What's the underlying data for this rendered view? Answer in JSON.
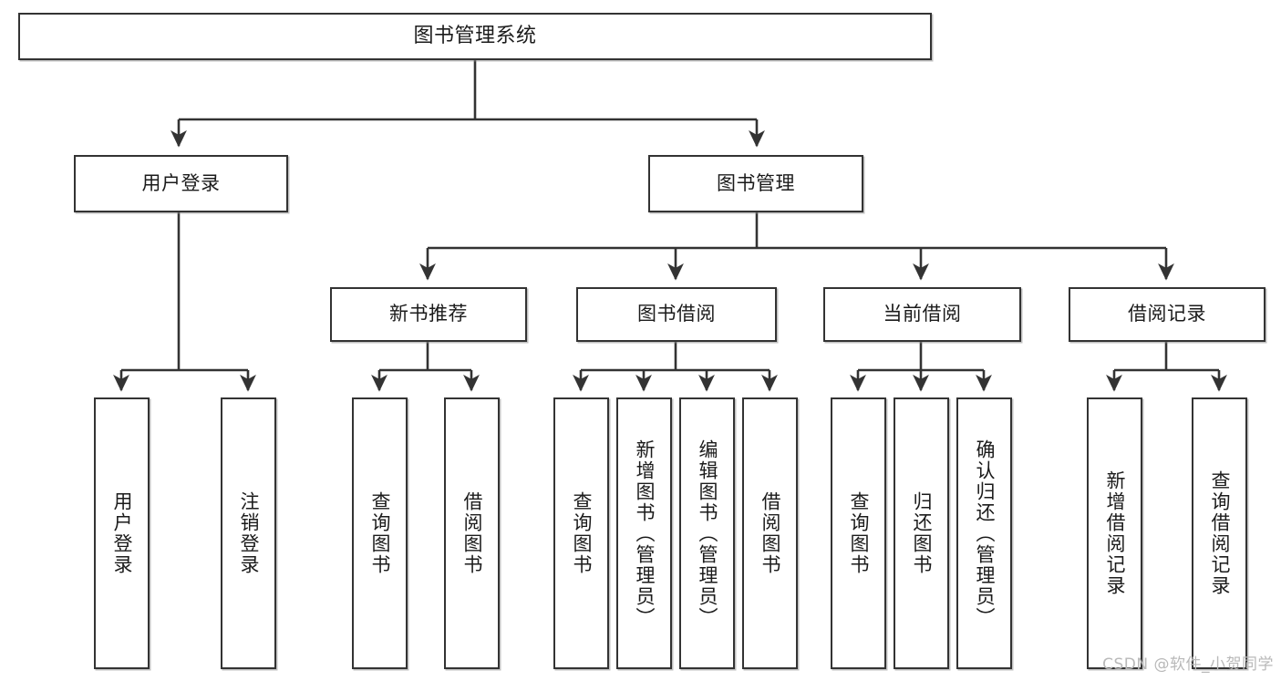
{
  "diagram": {
    "title": "图书管理系统",
    "type": "tree-hierarchy-functional-decomposition",
    "watermark": "CSDN @软件_小贺同学",
    "colors": {
      "background": "#ffffff",
      "node_border": "#333333",
      "node_fill": "#ffffff",
      "edge": "#333333",
      "text": "#1b1b1b",
      "watermark": "#b9b9b9"
    },
    "nodes": {
      "root": {
        "label": "图书管理系统",
        "orientation": "horizontal"
      },
      "level2": [
        {
          "id": "user-login",
          "label": "用户登录",
          "orientation": "horizontal"
        },
        {
          "id": "book-manage",
          "label": "图书管理",
          "orientation": "horizontal"
        }
      ],
      "level3": [
        {
          "id": "new-book-recommend",
          "label": "新书推荐",
          "orientation": "horizontal"
        },
        {
          "id": "book-borrow",
          "label": "图书借阅",
          "orientation": "horizontal"
        },
        {
          "id": "current-borrow",
          "label": "当前借阅",
          "orientation": "horizontal"
        },
        {
          "id": "borrow-record",
          "label": "借阅记录",
          "orientation": "horizontal"
        }
      ],
      "leaves": [
        {
          "id": "leaf-user-login",
          "label": "用户登录",
          "parent": "user-login",
          "orientation": "vertical"
        },
        {
          "id": "leaf-logout-login",
          "label": "注销登录",
          "parent": "user-login",
          "orientation": "vertical"
        },
        {
          "id": "leaf-query-book-1",
          "label": "查询图书",
          "parent": "new-book-recommend",
          "orientation": "vertical"
        },
        {
          "id": "leaf-borrow-book-1",
          "label": "借阅图书",
          "parent": "new-book-recommend",
          "orientation": "vertical"
        },
        {
          "id": "leaf-query-book-2",
          "label": "查询图书",
          "parent": "book-borrow",
          "orientation": "vertical"
        },
        {
          "id": "leaf-add-book",
          "label": "新增图书（管理员）",
          "parent": "book-borrow",
          "orientation": "vertical"
        },
        {
          "id": "leaf-edit-book",
          "label": "编辑图书（管理员）",
          "parent": "book-borrow",
          "orientation": "vertical"
        },
        {
          "id": "leaf-borrow-book-2",
          "label": "借阅图书",
          "parent": "book-borrow",
          "orientation": "vertical"
        },
        {
          "id": "leaf-query-book-3",
          "label": "查询图书",
          "parent": "current-borrow",
          "orientation": "vertical"
        },
        {
          "id": "leaf-return-book",
          "label": "归还图书",
          "parent": "current-borrow",
          "orientation": "vertical"
        },
        {
          "id": "leaf-confirm-return",
          "label": "确认归还（管理员）",
          "parent": "current-borrow",
          "orientation": "vertical"
        },
        {
          "id": "leaf-add-record",
          "label": "新增借阅记录",
          "parent": "borrow-record",
          "orientation": "vertical"
        },
        {
          "id": "leaf-query-record",
          "label": "查询借阅记录",
          "parent": "borrow-record",
          "orientation": "vertical"
        }
      ]
    },
    "edges": [
      {
        "from": "图书管理系统",
        "to": "用户登录"
      },
      {
        "from": "图书管理系统",
        "to": "图书管理"
      },
      {
        "from": "用户登录",
        "to": "用户登录"
      },
      {
        "from": "用户登录",
        "to": "注销登录"
      },
      {
        "from": "图书管理",
        "to": "新书推荐"
      },
      {
        "from": "图书管理",
        "to": "图书借阅"
      },
      {
        "from": "图书管理",
        "to": "当前借阅"
      },
      {
        "from": "图书管理",
        "to": "借阅记录"
      },
      {
        "from": "新书推荐",
        "to": "查询图书"
      },
      {
        "from": "新书推荐",
        "to": "借阅图书"
      },
      {
        "from": "图书借阅",
        "to": "查询图书"
      },
      {
        "from": "图书借阅",
        "to": "新增图书（管理员）"
      },
      {
        "from": "图书借阅",
        "to": "编辑图书（管理员）"
      },
      {
        "from": "图书借阅",
        "to": "借阅图书"
      },
      {
        "from": "当前借阅",
        "to": "查询图书"
      },
      {
        "from": "当前借阅",
        "to": "归还图书"
      },
      {
        "from": "当前借阅",
        "to": "确认归还（管理员）"
      },
      {
        "from": "借阅记录",
        "to": "新增借阅记录"
      },
      {
        "from": "借阅记录",
        "to": "查询借阅记录"
      }
    ]
  }
}
